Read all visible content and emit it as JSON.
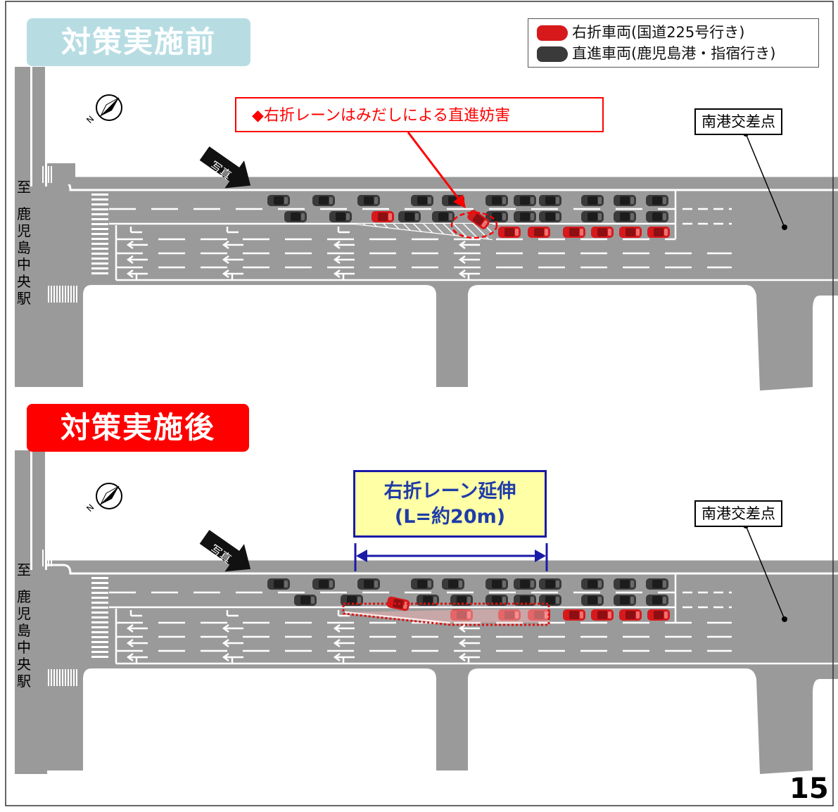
{
  "titles": {
    "before": "対策実施前",
    "after": "対策実施後"
  },
  "legend": {
    "items": [
      {
        "label": "右折車両(国道225号行き)",
        "color": "#d7191c"
      },
      {
        "label": "直進車両(鹿児島港・指宿行き)",
        "color": "#3a3a3a"
      }
    ]
  },
  "annotations": {
    "problem_note": "◆右折レーンはみだしによる直進妨害",
    "intersection_label": "南港交差点",
    "photo_label": "写真",
    "extension_title": "右折レーン延伸",
    "extension_length": "(L=約20m)"
  },
  "destination": {
    "to_label": "至",
    "station": "鹿児島中央駅"
  },
  "north_arrow": {
    "label": "N",
    "icon": "north-arrow-icon"
  },
  "page_number": "15",
  "colors": {
    "road": "#9a9a9a",
    "right_turn_car": "#d7191c",
    "straight_car": "#3a3a3a",
    "dim_blue": "#1a1aa8",
    "note_red": "#ff0000"
  }
}
